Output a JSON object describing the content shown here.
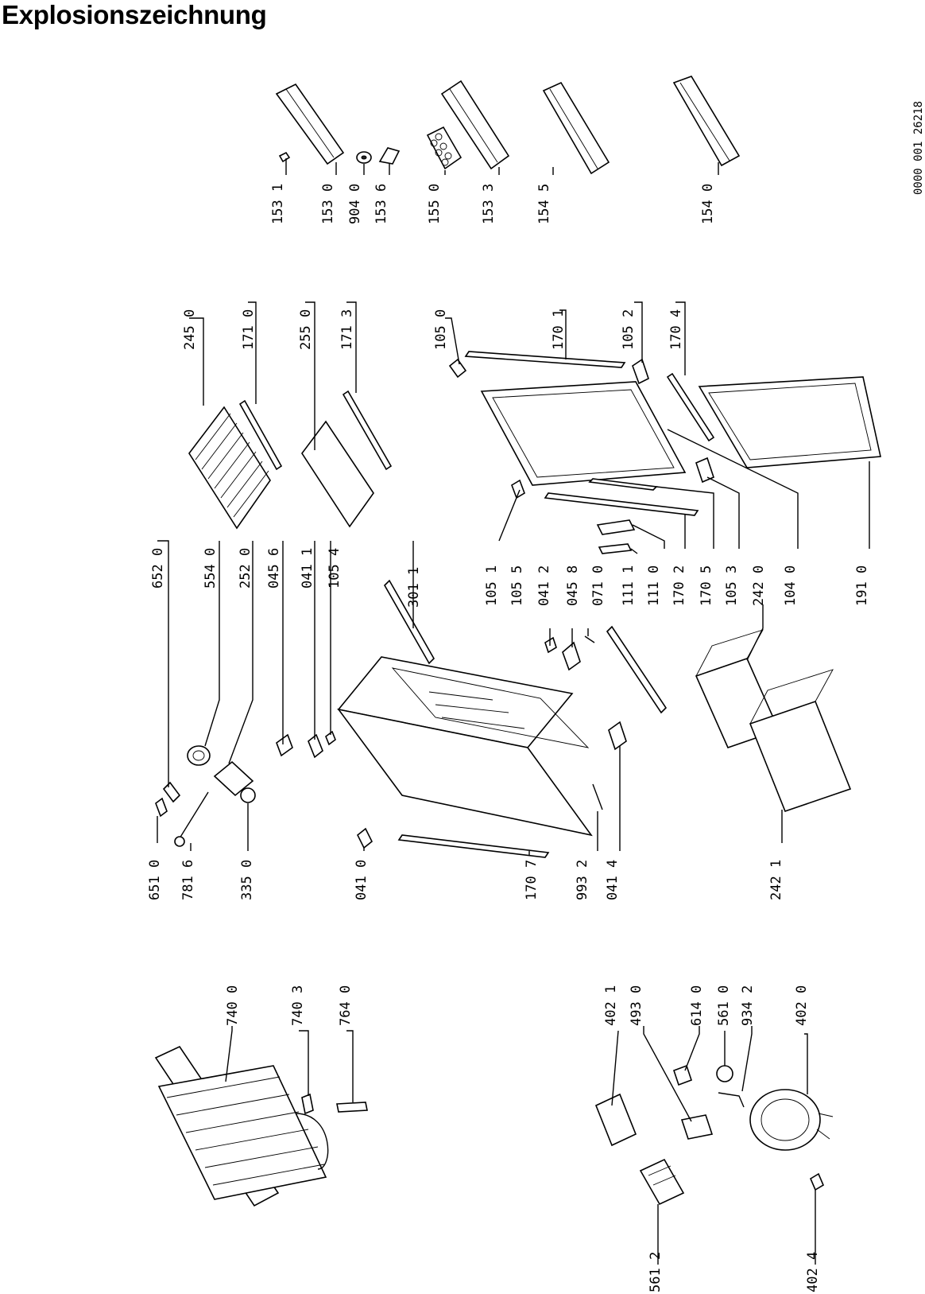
{
  "title": "Explosionszeichnung",
  "document_code": "0000 001 26218",
  "parts": [
    {
      "id": "p1531",
      "label": "153 1"
    },
    {
      "id": "p1530",
      "label": "153 0"
    },
    {
      "id": "p9040",
      "label": "904 0"
    },
    {
      "id": "p1536",
      "label": "153 6"
    },
    {
      "id": "p1550",
      "label": "155 0"
    },
    {
      "id": "p1533",
      "label": "153 3"
    },
    {
      "id": "p1545",
      "label": "154 5"
    },
    {
      "id": "p1540",
      "label": "154 0"
    },
    {
      "id": "p2450",
      "label": "245 0"
    },
    {
      "id": "p1710",
      "label": "171 0"
    },
    {
      "id": "p2550",
      "label": "255 0"
    },
    {
      "id": "p1713",
      "label": "171 3"
    },
    {
      "id": "p1050",
      "label": "105 0"
    },
    {
      "id": "p1701",
      "label": "170 1"
    },
    {
      "id": "p1052",
      "label": "105 2"
    },
    {
      "id": "p1704",
      "label": "170 4"
    },
    {
      "id": "p6520",
      "label": "652 0"
    },
    {
      "id": "p5540",
      "label": "554 0"
    },
    {
      "id": "p2520",
      "label": "252 0"
    },
    {
      "id": "p0456",
      "label": "045 6"
    },
    {
      "id": "p0411",
      "label": "041 1"
    },
    {
      "id": "p1054",
      "label": "105 4"
    },
    {
      "id": "p3011",
      "label": "301 1"
    },
    {
      "id": "p1051",
      "label": "105 1"
    },
    {
      "id": "p1055",
      "label": "105 5"
    },
    {
      "id": "p0412",
      "label": "041 2"
    },
    {
      "id": "p0458",
      "label": "045 8"
    },
    {
      "id": "p0710",
      "label": "071 0"
    },
    {
      "id": "p1111",
      "label": "111 1"
    },
    {
      "id": "p1110",
      "label": "111 0"
    },
    {
      "id": "p1702",
      "label": "170 2"
    },
    {
      "id": "p1705",
      "label": "170 5"
    },
    {
      "id": "p1053",
      "label": "105 3"
    },
    {
      "id": "p2420",
      "label": "242 0"
    },
    {
      "id": "p1040",
      "label": "104 0"
    },
    {
      "id": "p1910",
      "label": "191 0"
    },
    {
      "id": "p6510",
      "label": "651 0"
    },
    {
      "id": "p7816",
      "label": "781 6"
    },
    {
      "id": "p3350",
      "label": "335 0"
    },
    {
      "id": "p0410",
      "label": "041 0"
    },
    {
      "id": "p1707",
      "label": "170 7"
    },
    {
      "id": "p9932",
      "label": "993 2"
    },
    {
      "id": "p0414",
      "label": "041 4"
    },
    {
      "id": "p2421",
      "label": "242 1"
    },
    {
      "id": "p7400",
      "label": "740 0"
    },
    {
      "id": "p7403",
      "label": "740 3"
    },
    {
      "id": "p7640",
      "label": "764 0"
    },
    {
      "id": "p4021",
      "label": "402 1"
    },
    {
      "id": "p4930",
      "label": "493 0"
    },
    {
      "id": "p6140",
      "label": "614 0"
    },
    {
      "id": "p5610",
      "label": "561 0"
    },
    {
      "id": "p9342",
      "label": "934 2"
    },
    {
      "id": "p4020",
      "label": "402 0"
    },
    {
      "id": "p5612",
      "label": "561 2"
    },
    {
      "id": "p4024",
      "label": "402 4"
    }
  ]
}
